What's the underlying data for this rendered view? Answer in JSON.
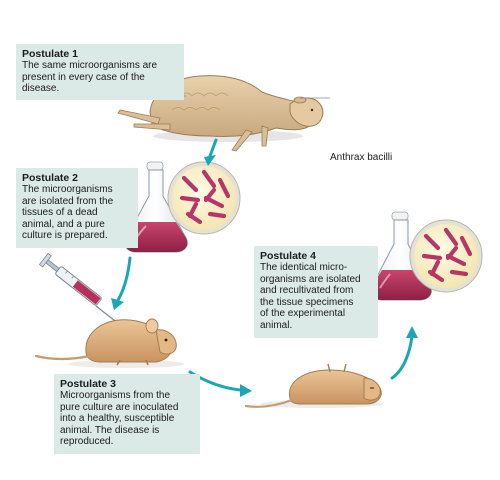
{
  "postulates": [
    {
      "title": "Postulate 1",
      "text": "The same microorganisms are\npresent in every case of the\ndisease."
    },
    {
      "title": "Postulate 2",
      "text": "The microorganisms\nare isolated from the\ntissues of a dead\nanimal, and a pure\nculture is prepared."
    },
    {
      "title": "Postulate 3",
      "text": "Microorganisms from the\npure culture are inoculated\ninto a healthy, susceptible\nanimal. The disease is\nreproduced."
    },
    {
      "title": "Postulate 4",
      "text": "The identical micro-\norganisms are isolated\nand recultivated from\nthe tissue specimens\nof the experimental\nanimal."
    }
  ],
  "labels": {
    "anthrax": "Anthrax bacilli"
  },
  "colors": {
    "box_bg": "#dbe9e7",
    "arrow": "#1aa6b7",
    "culture": "#b5305a",
    "bacilli": "#b8356a",
    "animal_fur": "#e0b283"
  }
}
